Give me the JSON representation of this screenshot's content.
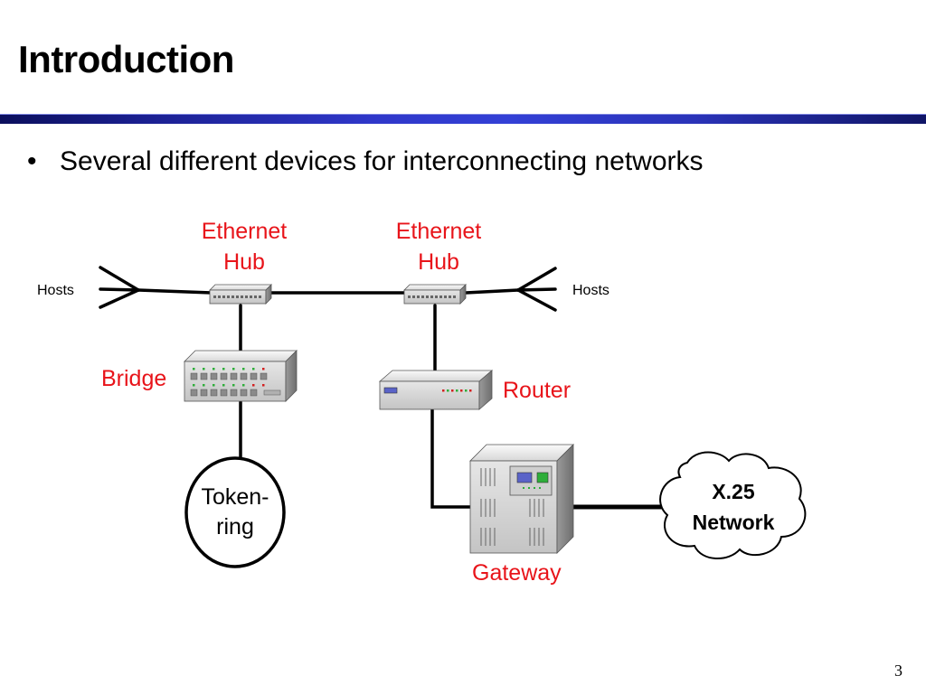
{
  "slide": {
    "title": "Introduction",
    "bullet": "Several different devices for interconnecting networks",
    "page_number": "3"
  },
  "diagram": {
    "hub_left": {
      "line1": "Ethernet",
      "line2": "Hub"
    },
    "hub_right": {
      "line1": "Ethernet",
      "line2": "Hub"
    },
    "hosts_left": "Hosts",
    "hosts_right": "Hosts",
    "bridge": "Bridge",
    "router": "Router",
    "gateway": "Gateway",
    "token_ring": {
      "line1": "Token-",
      "line2": "ring"
    },
    "x25": {
      "line1": "X.25",
      "line2": "Network"
    }
  },
  "colors": {
    "device_label": "#e8141a",
    "title_rule": "#2f37c9"
  },
  "icons": [
    "ethernet-hub-icon",
    "bridge-device-icon",
    "router-device-icon",
    "gateway-server-icon",
    "token-ring-icon",
    "x25-cloud-icon",
    "hosts-fan-icon"
  ]
}
